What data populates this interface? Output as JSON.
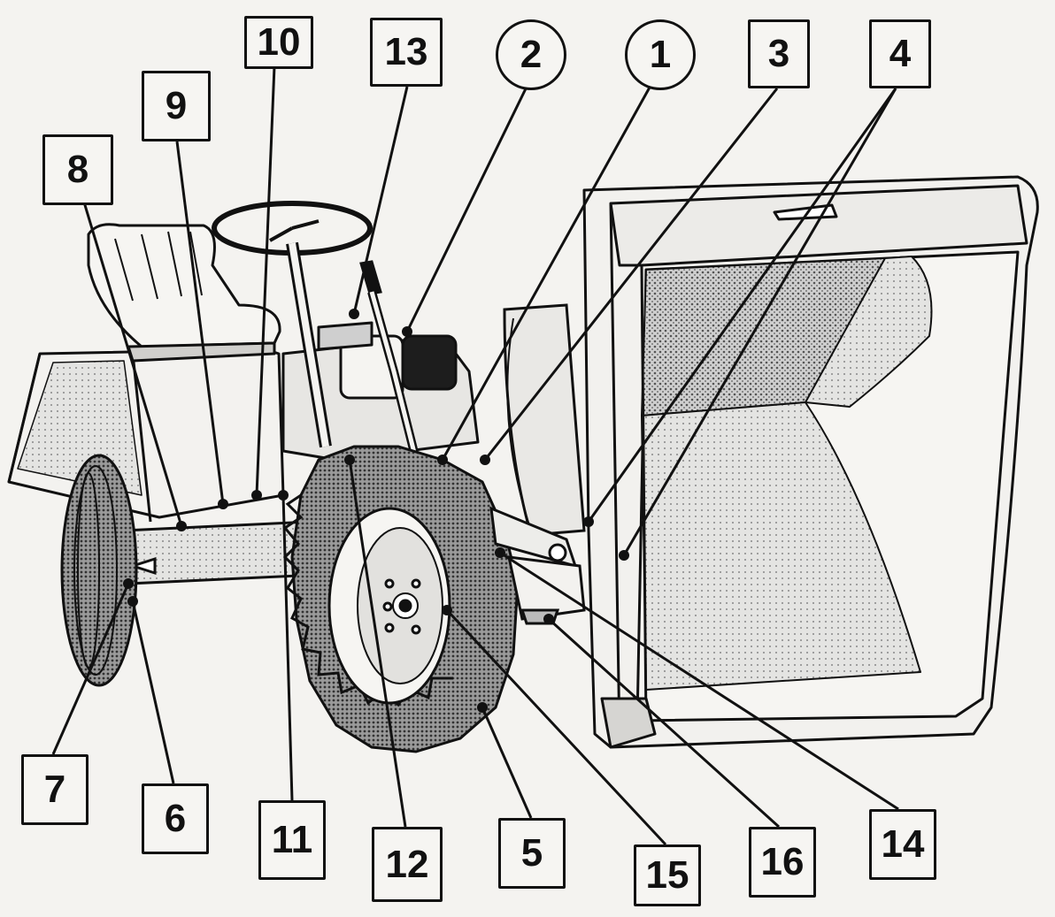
{
  "callouts": {
    "c1": "1",
    "c2": "2",
    "c3": "3",
    "c4": "4",
    "c5": "5",
    "c6": "6",
    "c7": "7",
    "c8": "8",
    "c9": "9",
    "c10": "10",
    "c11": "11",
    "c12": "12",
    "c13": "13",
    "c14": "14",
    "c15": "15",
    "c16": "16"
  },
  "colors": {
    "ink": "#111111",
    "paper": "#f4f3f0",
    "shade": "#8a8a8a"
  }
}
